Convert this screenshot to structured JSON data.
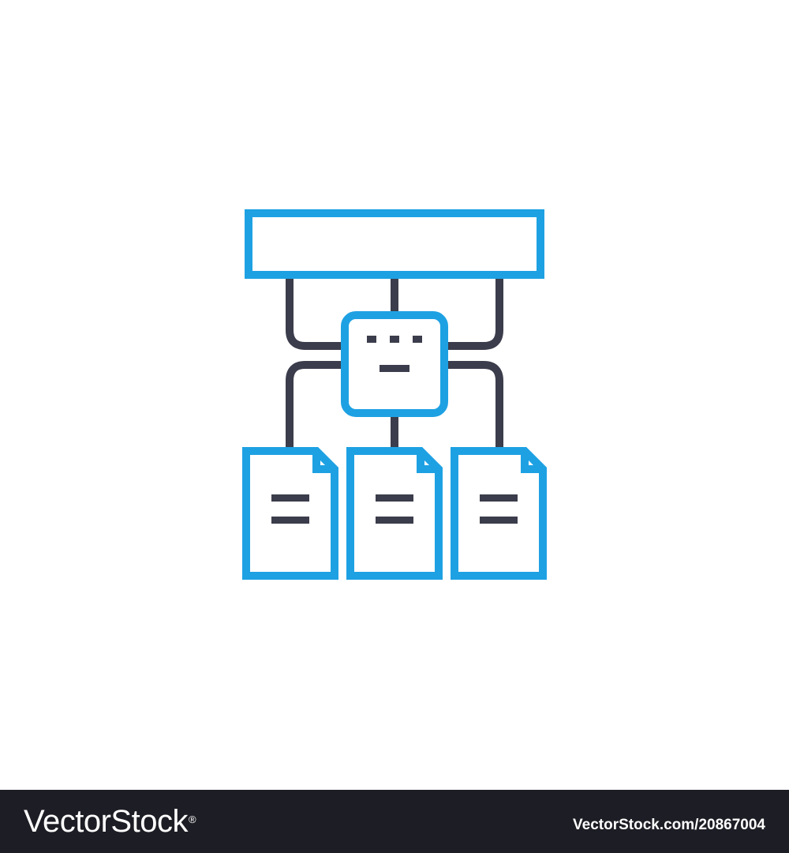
{
  "colors": {
    "accent": "#1ea1e3",
    "connector": "#3b3d4c",
    "footer_bg": "#1d1d25",
    "footer_text": "#ffffff",
    "background": "#ffffff"
  },
  "icon": {
    "name": "hierarchy-documents-icon",
    "parts": {
      "top_bar": "rectangle-header",
      "hub": "square-node",
      "documents": [
        "document-icon",
        "document-icon",
        "document-icon"
      ]
    }
  },
  "footer": {
    "logo_text": "VectorStock",
    "logo_mark": "®",
    "image_id": "VectorStock.com/20867004"
  }
}
